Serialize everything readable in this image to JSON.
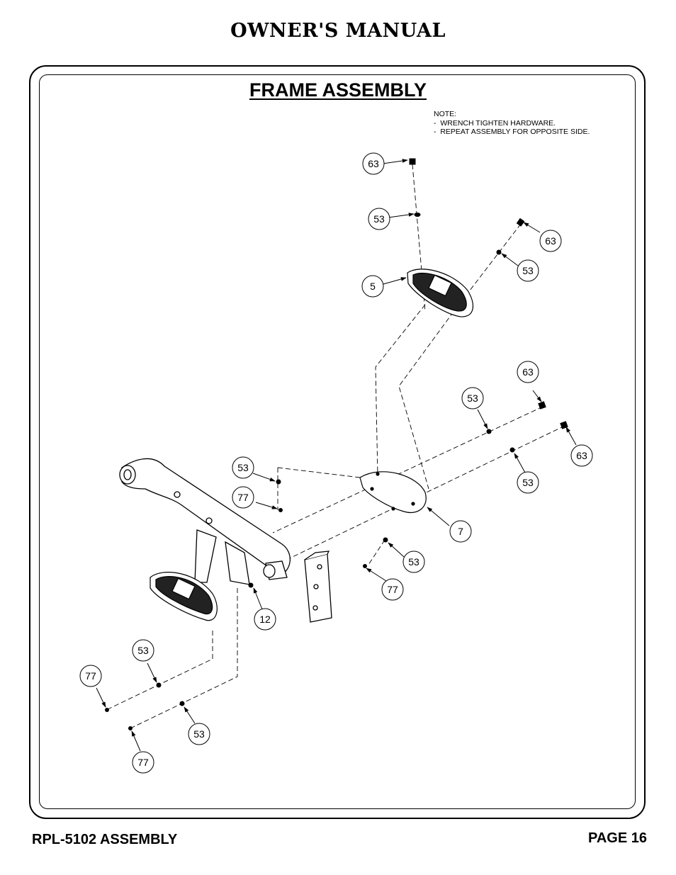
{
  "header": {
    "title": "OWNER'S MANUAL"
  },
  "section": {
    "title": "FRAME ASSEMBLY"
  },
  "note": {
    "heading": "NOTE:",
    "lines": [
      "-  WRENCH TIGHTEN HARDWARE.",
      "-  REPEAT ASSEMBLY FOR OPPOSITE SIDE."
    ]
  },
  "callouts": [
    "63",
    "53",
    "5",
    "63",
    "53",
    "63",
    "53",
    "63",
    "53",
    "53",
    "77",
    "7",
    "53",
    "77",
    "12",
    "53",
    "77",
    "53",
    "77"
  ],
  "footer": {
    "left": "RPL-5102 ASSEMBLY",
    "right": "PAGE 16"
  }
}
